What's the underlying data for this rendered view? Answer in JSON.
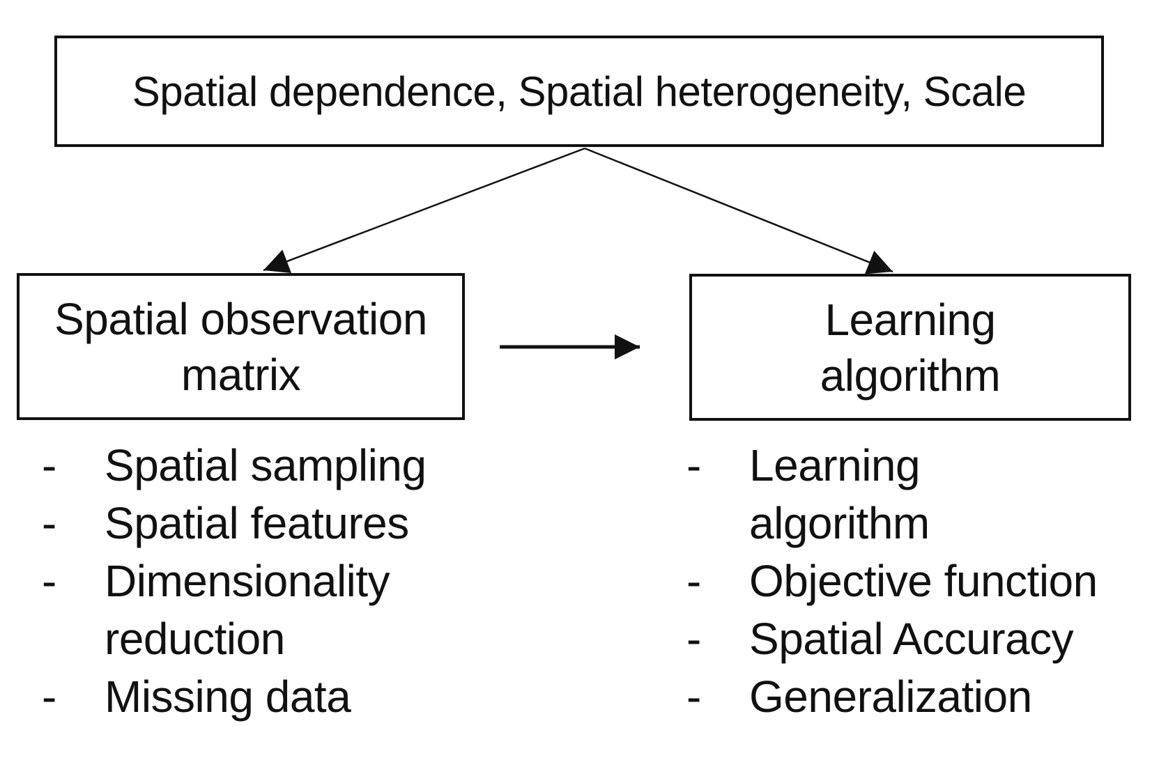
{
  "colors": {
    "ink": "#111111",
    "background": "#ffffff"
  },
  "top_box": {
    "label": "Spatial dependence, Spatial heterogeneity, Scale"
  },
  "left_box": {
    "label": "Spatial observation\nmatrix"
  },
  "right_box": {
    "label": "Learning\nalgorithm"
  },
  "left_list": {
    "bullet": "-",
    "items": [
      "Spatial sampling",
      "Spatial features",
      "Dimensionality reduction",
      "Missing data"
    ]
  },
  "right_list": {
    "bullet": "-",
    "items": [
      "Learning algorithm",
      "Objective function",
      "Spatial Accuracy",
      "Generalization"
    ]
  }
}
